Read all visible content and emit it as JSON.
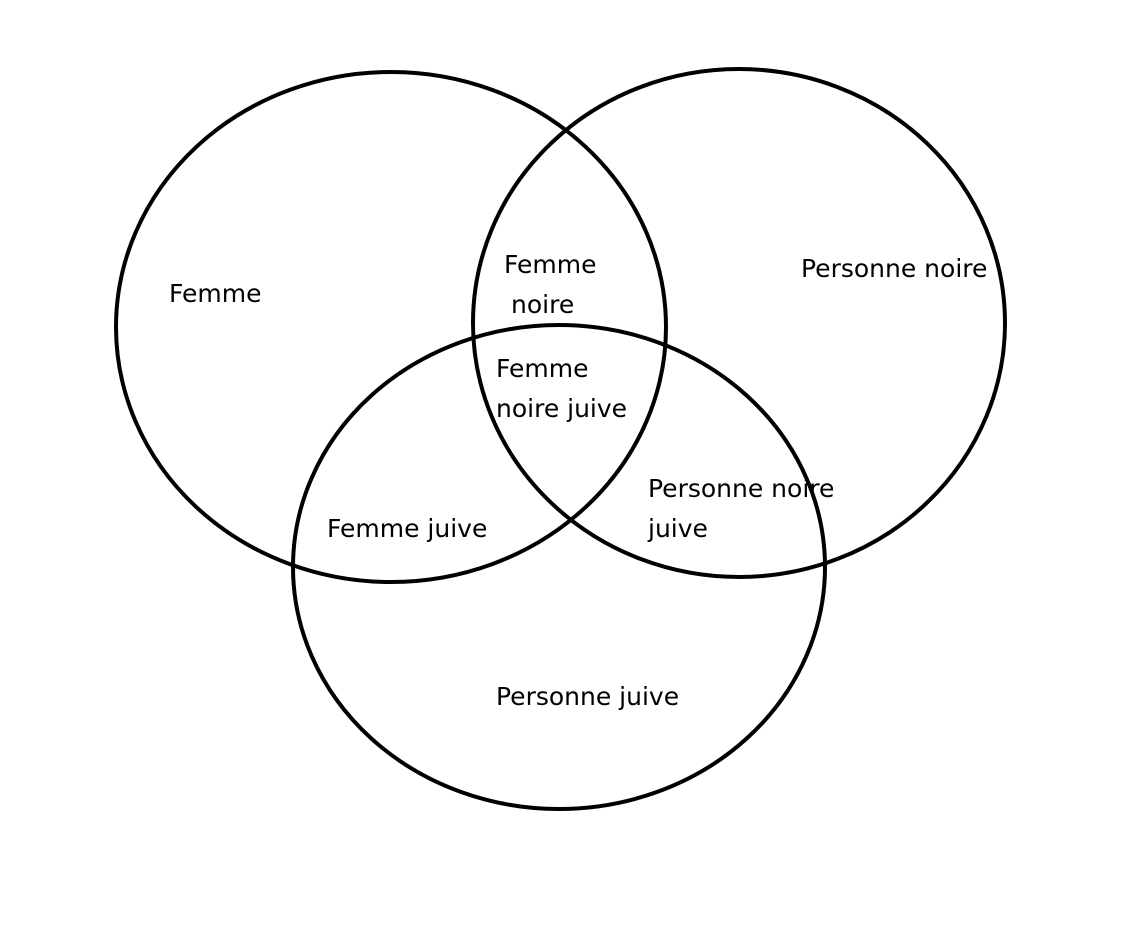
{
  "diagram": {
    "type": "venn",
    "sets": [
      "Femme",
      "Personne noire",
      "Personne juive"
    ],
    "regions": {
      "femme": [
        "Femme"
      ],
      "personne_noire": [
        "Personne noire"
      ],
      "personne_juive": [
        "Personne juive"
      ],
      "femme_noire": [
        "Femme",
        "noire"
      ],
      "femme_noire_juive": [
        "Femme",
        "noire juive"
      ],
      "femme_juive": [
        "Femme juive"
      ],
      "personne_noire_juive": [
        "Personne noire",
        "juive"
      ]
    }
  }
}
